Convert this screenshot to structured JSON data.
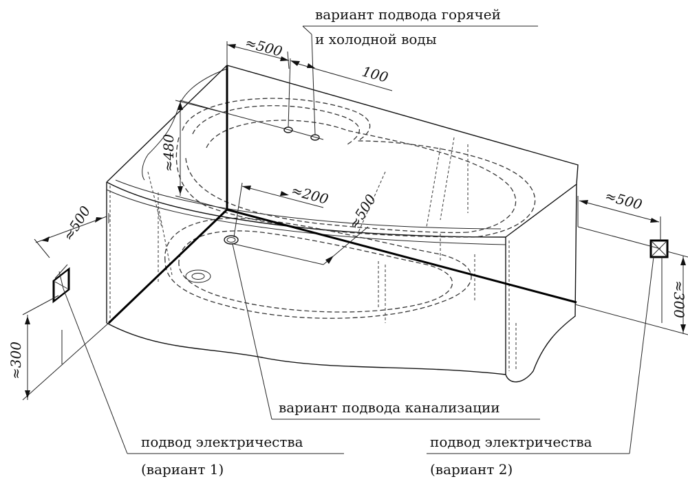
{
  "labels": {
    "water_line1": "вариант подвода горячей",
    "water_line2": "и холодной воды",
    "drain": "вариант подвода канализации",
    "power1_line1": "подвод электричества",
    "power1_line2": "(вариант 1)",
    "power2_line1": "подвод электричества",
    "power2_line2": "(вариант 2)"
  },
  "dimensions": {
    "water_offset": "≈500",
    "water_spacing": "100",
    "water_height": "≈480",
    "drain_offset": "≈200",
    "drain_depth": "≈500",
    "power1_offset": "≈500",
    "power1_height": "≈300",
    "power2_offset": "≈500",
    "power2_height": "≈300"
  }
}
